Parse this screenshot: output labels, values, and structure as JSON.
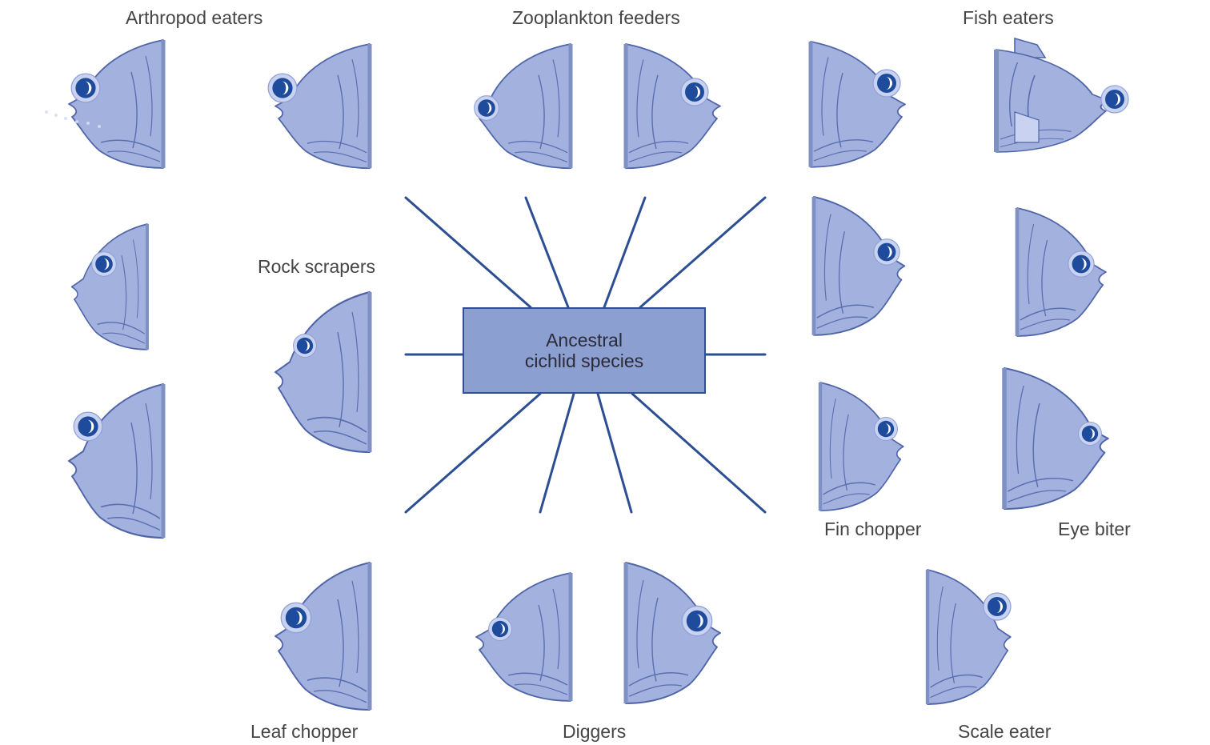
{
  "diagram": {
    "center": {
      "line1": "Ancestral",
      "line2": "cichlid species"
    },
    "groups": {
      "arthropod": "Arthropod eaters",
      "zooplankton": "Zooplankton feeders",
      "fish": "Fish eaters",
      "rock": "Rock scrapers",
      "fin": "Fin chopper",
      "eye": "Eye biter",
      "leaf": "Leaf chopper",
      "diggers": "Diggers",
      "scale": "Scale eater"
    }
  },
  "colors": {
    "fish_fill": "#a3b1df",
    "fish_outline": "#4f65a8",
    "eye_ring": "#1f4b9c",
    "spoke_line": "#2c4f93",
    "center_fill": "#8b9fd0",
    "center_border": "#2f4f9a",
    "label_text": "#454545"
  }
}
